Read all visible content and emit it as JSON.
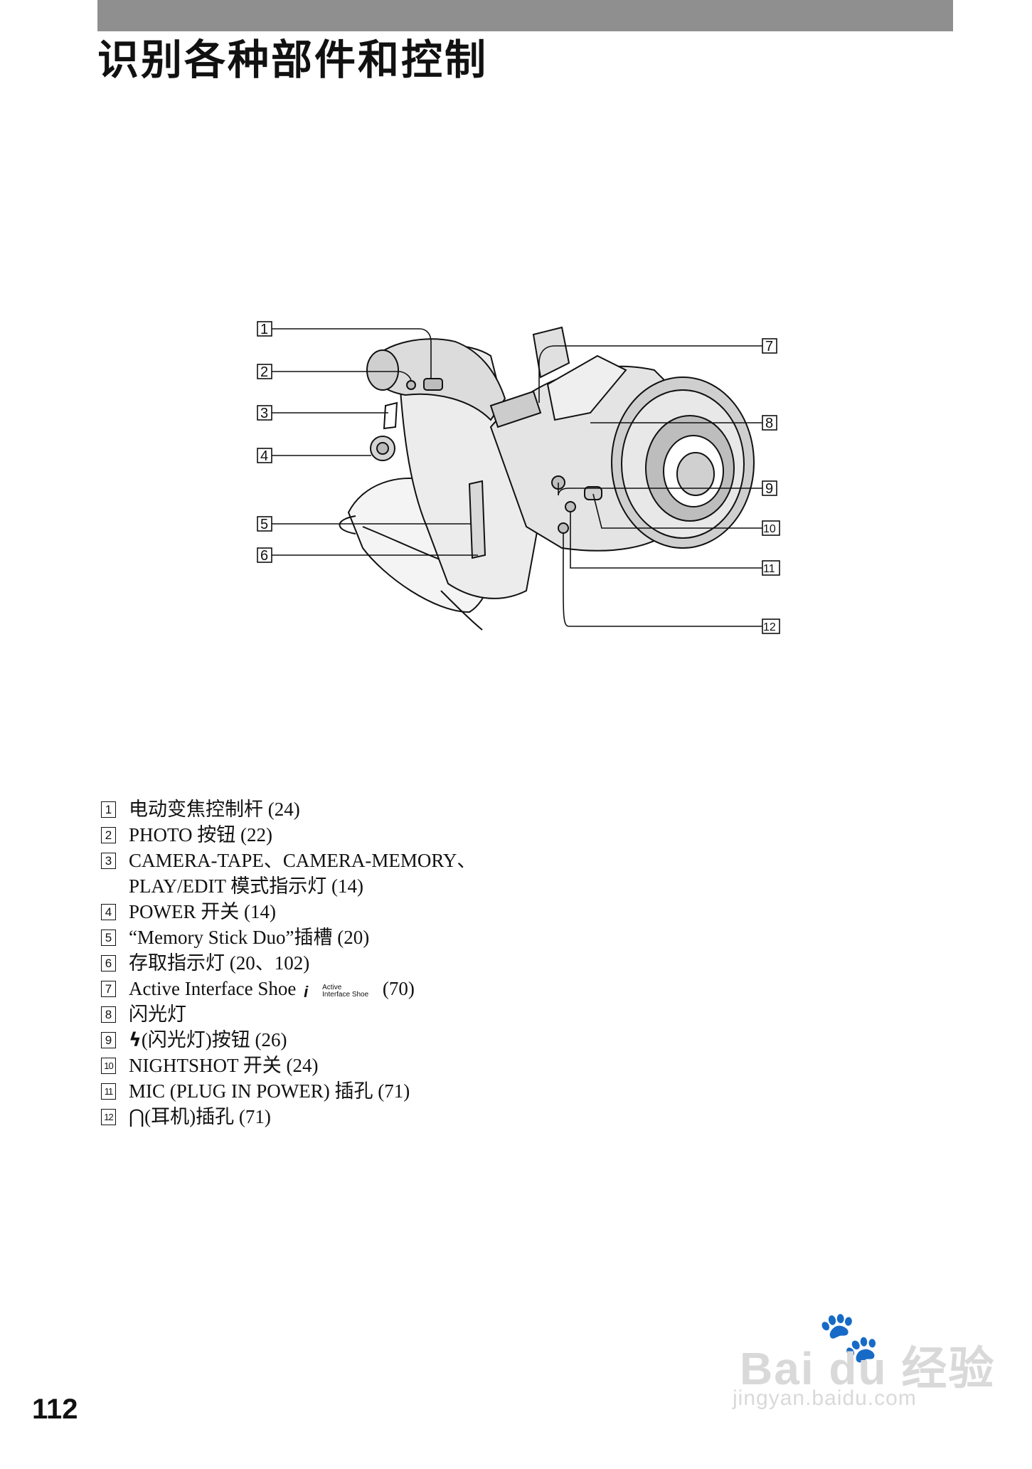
{
  "page": {
    "title": "识别各种部件和控制",
    "page_number": "112"
  },
  "figure": {
    "callouts": [
      "1",
      "2",
      "3",
      "4",
      "5",
      "6",
      "7",
      "8",
      "9",
      "10",
      "11",
      "12"
    ]
  },
  "parts": [
    {
      "num": "1",
      "text": "电动变焦控制杆 (24)"
    },
    {
      "num": "2",
      "text": "PHOTO 按钮 (22)"
    },
    {
      "num": "3",
      "text": "CAMERA-TAPE、CAMERA-MEMORY、",
      "text2": "PLAY/EDIT 模式指示灯 (14)"
    },
    {
      "num": "4",
      "text": "POWER 开关 (14)"
    },
    {
      "num": "5",
      "text": "“Memory Stick Duo”插槽 (20)"
    },
    {
      "num": "6",
      "text": "存取指示灯 (20、102)"
    },
    {
      "num": "7",
      "text": "Active Interface Shoe",
      "logo_line1": "Active",
      "logo_line2": "Interface Shoe",
      "ref": "(70)"
    },
    {
      "num": "8",
      "text": "闪光灯"
    },
    {
      "num": "9",
      "glyph": "ϟ",
      "text": "(闪光灯)按钮 (26)"
    },
    {
      "num": "10",
      "text": "NIGHTSHOT 开关 (24)"
    },
    {
      "num": "11",
      "text": "MIC (PLUG IN POWER) 插孔 (71)"
    },
    {
      "num": "12",
      "glyph": "⋂",
      "text": "(耳机)插孔 (71)"
    }
  ],
  "watermark": {
    "brand": "Bai du 经验",
    "url": "jingyan.baidu.com",
    "paw_icon": "paw-icon"
  }
}
